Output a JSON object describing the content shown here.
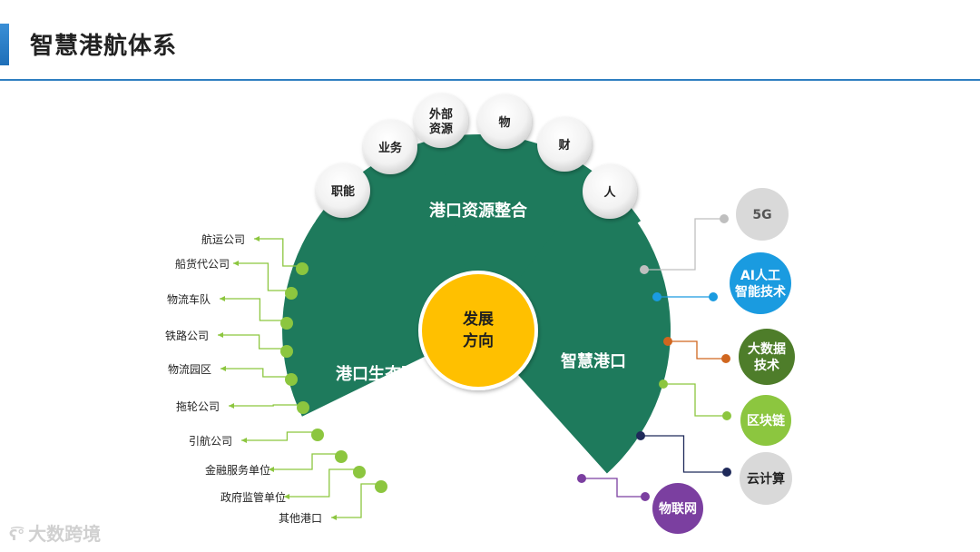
{
  "page": {
    "title": "智慧港航体系"
  },
  "center": {
    "line1": "发展",
    "line2": "方向"
  },
  "sectors": {
    "top": {
      "label": "港口资源整合"
    },
    "left": {
      "label": "港口生态圈"
    },
    "right": {
      "label": "智慧港口"
    }
  },
  "top_bubbles": [
    {
      "lines": [
        "职能"
      ]
    },
    {
      "lines": [
        "业务"
      ]
    },
    {
      "lines": [
        "外部",
        "资源"
      ]
    },
    {
      "lines": [
        "物"
      ]
    },
    {
      "lines": [
        "财"
      ]
    },
    {
      "lines": [
        "人"
      ]
    }
  ],
  "left_items": [
    "航运公司",
    "船货代公司",
    "物流车队",
    "铁路公司",
    "物流园区",
    "拖轮公司",
    "引航公司",
    "金融服务单位",
    "政府监管单位",
    "其他港口"
  ],
  "right_items": [
    {
      "lines": [
        "5G"
      ],
      "fill": "#d9d9d9",
      "text": "#555555",
      "dot": "#bfbfbf"
    },
    {
      "lines": [
        "AI人工",
        "智能技术"
      ],
      "fill": "#1a9be0",
      "text": "#ffffff",
      "dot": "#1a9be0"
    },
    {
      "lines": [
        "大数据",
        "技术"
      ],
      "fill": "#4e7d2a",
      "text": "#ffffff",
      "dot": "#d0661f"
    },
    {
      "lines": [
        "区块链"
      ],
      "fill": "#8cc63f",
      "text": "#ffffff",
      "dot": "#8cc63f"
    },
    {
      "lines": [
        "云计算"
      ],
      "fill": "#d9d9d9",
      "text": "#222222",
      "dot": "#1f2a5a"
    },
    {
      "lines": [
        "物联网"
      ],
      "fill": "#7b3fa0",
      "text": "#ffffff",
      "dot": "#7b3fa0"
    }
  ],
  "watermark": {
    "text": "大数跨境"
  },
  "colors": {
    "sector": "#1e7a5c",
    "center": "#ffc000",
    "left_dots": "#8cc63f",
    "accent": "#2f7fc1"
  }
}
